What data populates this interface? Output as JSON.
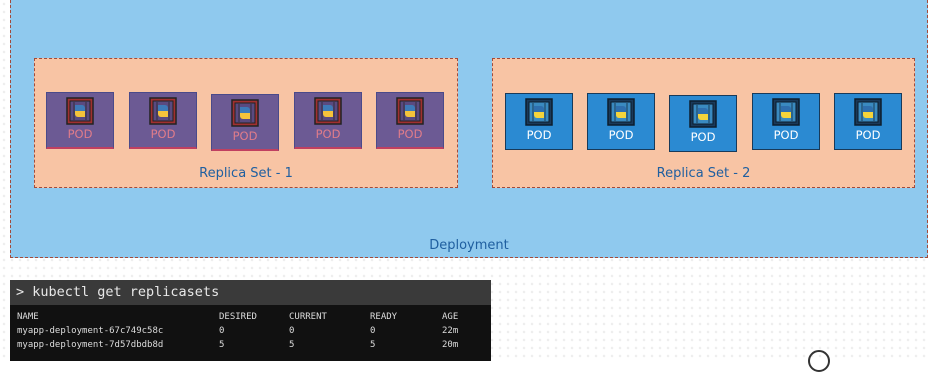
{
  "deployment": {
    "label": "Deployment",
    "replica_sets": [
      {
        "label": "Replica Set - 1",
        "state": "old",
        "pods": [
          {
            "label": "POD"
          },
          {
            "label": "POD"
          },
          {
            "label": "POD"
          },
          {
            "label": "POD"
          },
          {
            "label": "POD"
          }
        ]
      },
      {
        "label": "Replica Set - 2",
        "state": "new",
        "pods": [
          {
            "label": "POD"
          },
          {
            "label": "POD"
          },
          {
            "label": "POD"
          },
          {
            "label": "POD"
          },
          {
            "label": "POD"
          }
        ]
      }
    ]
  },
  "terminal": {
    "command": "> kubectl get replicasets",
    "headers": [
      "NAME",
      "DESIRED",
      "CURRENT",
      "READY",
      "AGE"
    ],
    "rows": [
      [
        "myapp-deployment-67c749c58c",
        "0",
        "0",
        "0",
        "22m"
      ],
      [
        "myapp-deployment-7d57dbdb8d",
        "5",
        "5",
        "5",
        "20m"
      ]
    ]
  },
  "colors": {
    "deployment_bg": "#8fc9ee",
    "replica_set_bg": "#f8c4a4",
    "pod_old": "#6c5a94",
    "pod_new": "#2b8ad2",
    "label_blue": "#1f5fa0"
  },
  "icons": {
    "pod": "python-container-icon"
  }
}
